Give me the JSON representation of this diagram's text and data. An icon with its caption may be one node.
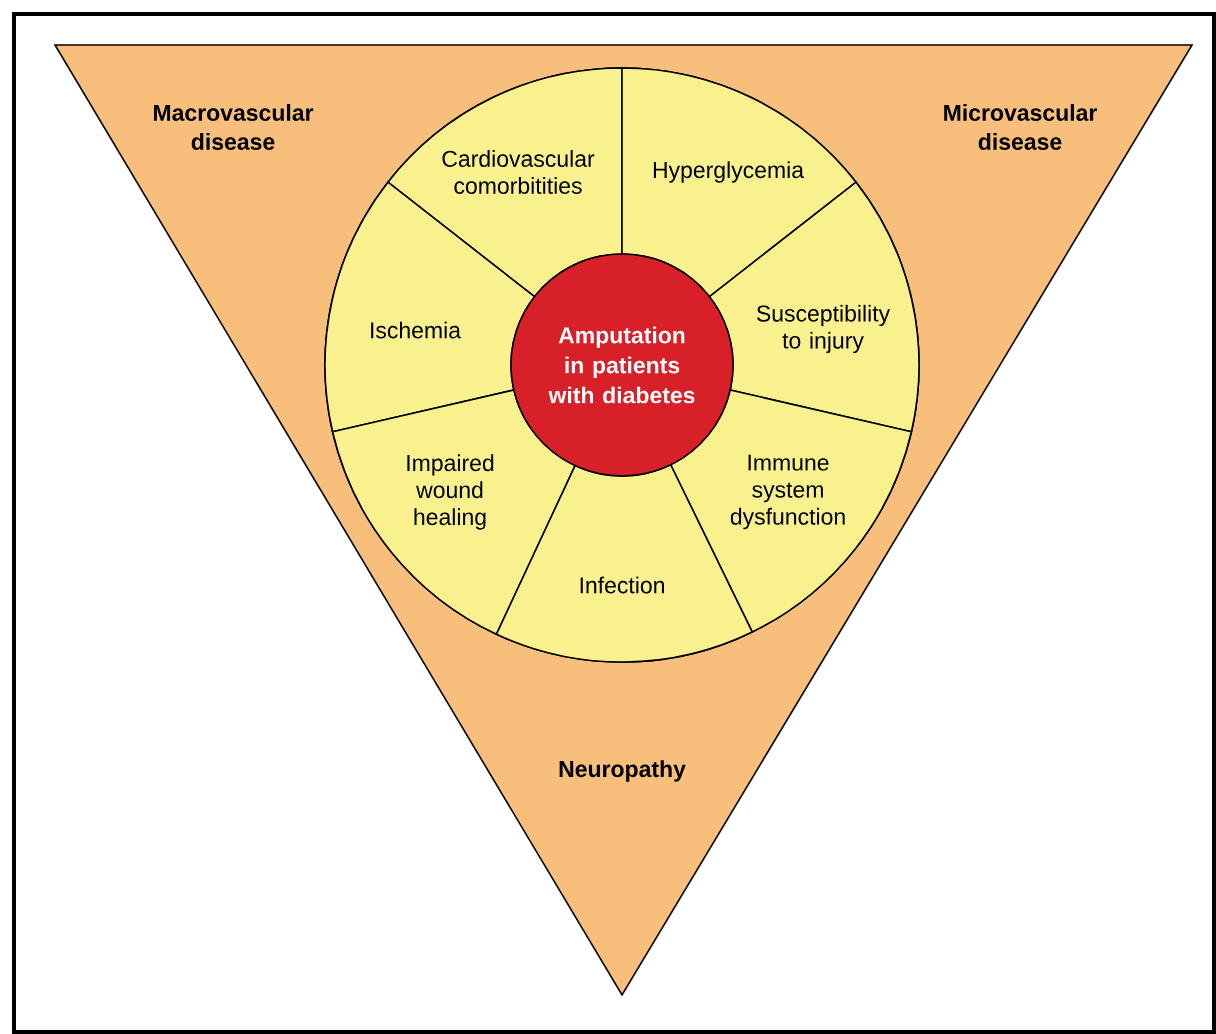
{
  "diagram": {
    "nodes": [
      {
        "text": [
          "Macrovascular disease",
          "Microvascular disease",
          "Neuropathy"
        ]
      },
      {
        "text": [
          "Cardiovascular comorbitities"
        ],
        "in": 0
      },
      {
        "text": [
          "Hyperglycemia"
        ],
        "in": 0
      },
      {
        "text": [
          "Ischemia"
        ],
        "in": 0
      },
      {
        "text": [
          "Susceptibility to injury"
        ],
        "in": 0
      },
      {
        "text": [
          "Impaired wound healing"
        ],
        "in": 0
      },
      {
        "text": [
          "Immune system dysfunction"
        ],
        "in": 0
      },
      {
        "text": [
          "Infection"
        ],
        "in": 0
      },
      {
        "text": [
          "Amputation in patients with diabetes"
        ],
        "in": 0
      }
    ],
    "edges": []
  }
}
